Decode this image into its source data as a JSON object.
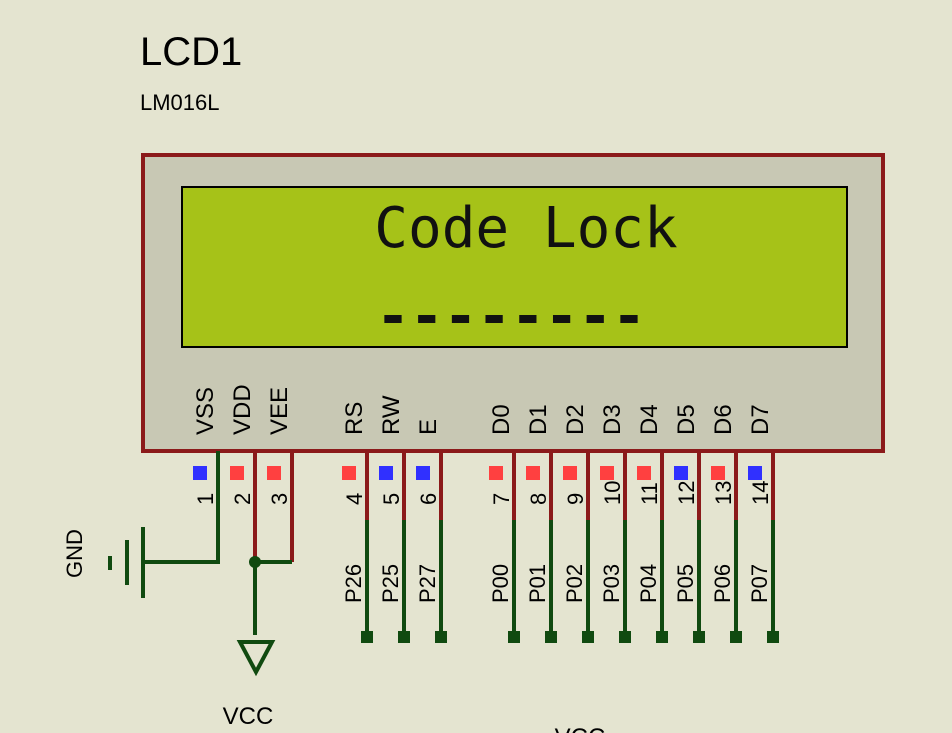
{
  "component": {
    "ref": "LCD1",
    "model": "LM016L",
    "display_lines": [
      "Code Lock",
      "--------"
    ]
  },
  "pins": [
    {
      "name": "VSS",
      "num": "1",
      "state": "low",
      "net": ""
    },
    {
      "name": "VDD",
      "num": "2",
      "state": "high",
      "net": ""
    },
    {
      "name": "VEE",
      "num": "3",
      "state": "high",
      "net": ""
    },
    {
      "name": "RS",
      "num": "4",
      "state": "high",
      "net": "P26"
    },
    {
      "name": "RW",
      "num": "5",
      "state": "low",
      "net": "P25"
    },
    {
      "name": "E",
      "num": "6",
      "state": "low",
      "net": "P27"
    },
    {
      "name": "D0",
      "num": "7",
      "state": "high",
      "net": "P00"
    },
    {
      "name": "D1",
      "num": "8",
      "state": "high",
      "net": "P01"
    },
    {
      "name": "D2",
      "num": "9",
      "state": "high",
      "net": "P02"
    },
    {
      "name": "D3",
      "num": "10",
      "state": "high",
      "net": "P03"
    },
    {
      "name": "D4",
      "num": "11",
      "state": "high",
      "net": "P04"
    },
    {
      "name": "D5",
      "num": "12",
      "state": "low",
      "net": "P05"
    },
    {
      "name": "D6",
      "num": "13",
      "state": "high",
      "net": "P06"
    },
    {
      "name": "D7",
      "num": "14",
      "state": "low",
      "net": "P07"
    }
  ],
  "power": {
    "ground_label": "GND",
    "vcc_label": "VCC",
    "vcc_label_2": "VCC"
  },
  "colors": {
    "background": "#e4e4d0",
    "body_fill": "#c8c8b4",
    "body_border": "#8b1a1a",
    "screen_fill": "#a6c218",
    "pin_wire": "#8b1a1a",
    "net_wire": "#104a10",
    "state_high": "#ff4040",
    "state_low": "#3030ff"
  }
}
